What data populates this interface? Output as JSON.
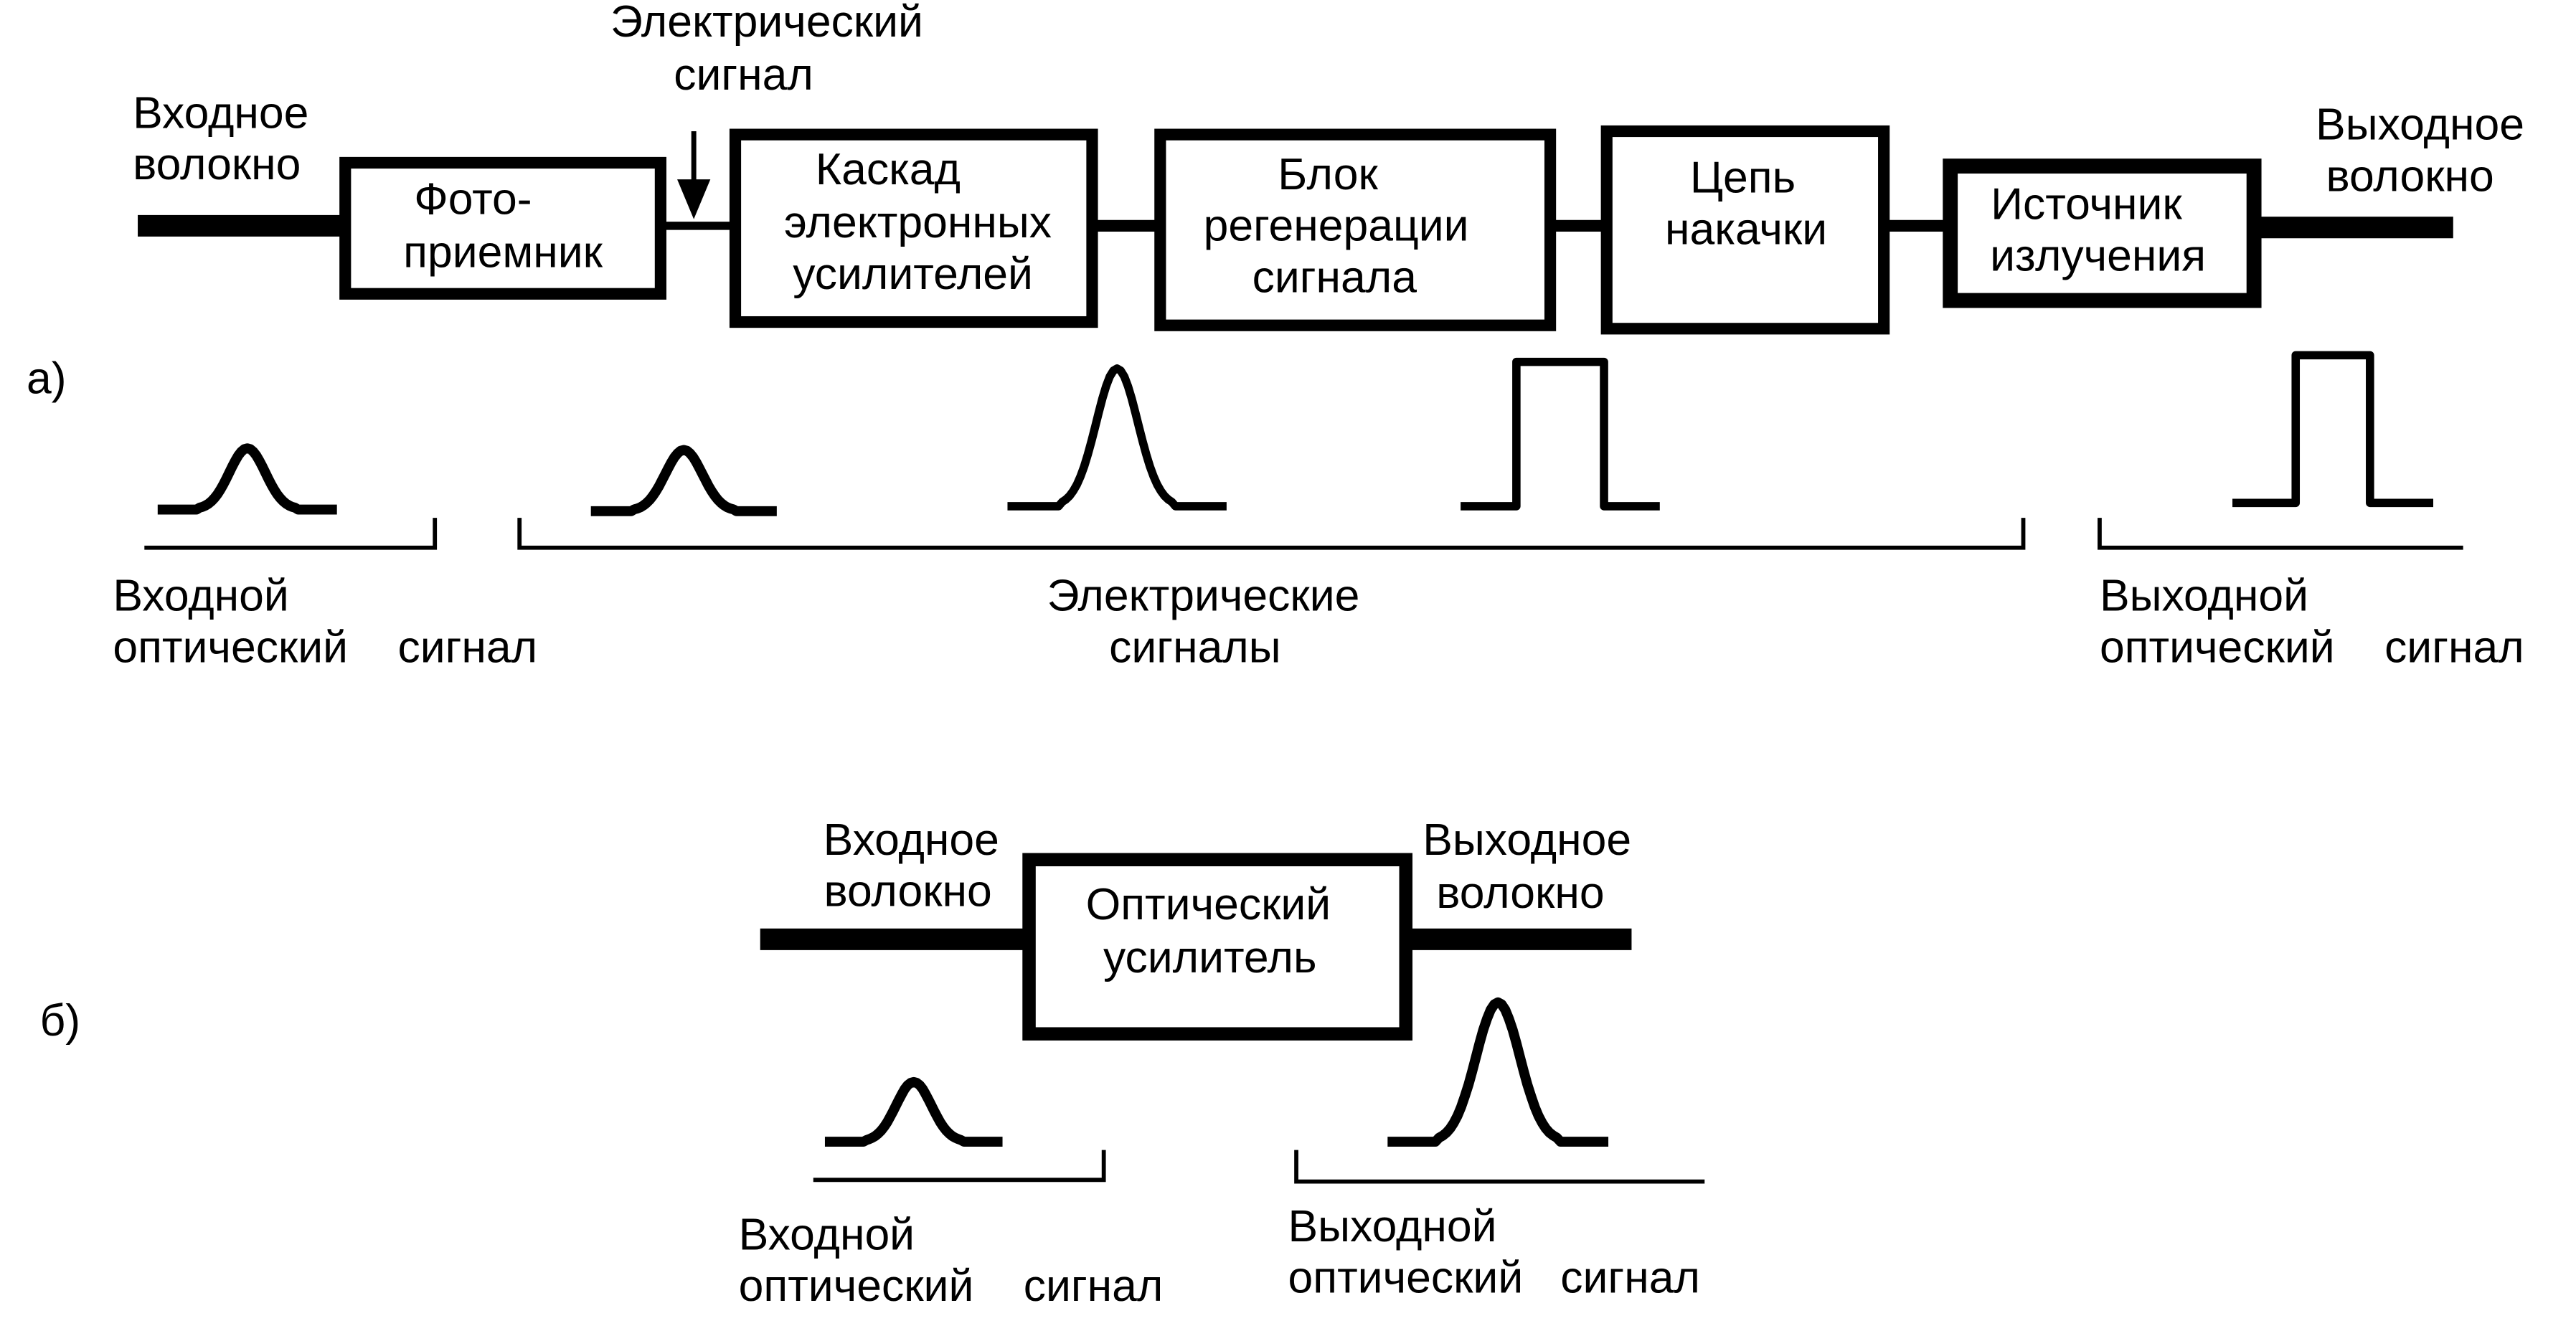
{
  "diagram_a": {
    "section_label": "а)",
    "input_fiber_label": [
      "Входное",
      "волокно"
    ],
    "electrical_signal_label": [
      "Электрический",
      "сигнал"
    ],
    "output_fiber_label": [
      "Выходное",
      "волокно"
    ],
    "blocks": [
      {
        "id": "photodetector",
        "lines": [
          "Фото-",
          "приемник"
        ]
      },
      {
        "id": "amplifier-cascade",
        "lines": [
          "Каскад",
          "электронных",
          "усилителей"
        ]
      },
      {
        "id": "regeneration-block",
        "lines": [
          "Блок",
          "регенерации",
          "сигнала"
        ]
      },
      {
        "id": "pump-circuit",
        "lines": [
          "Цепь",
          "накачки"
        ]
      },
      {
        "id": "light-source",
        "lines": [
          "Источник",
          "излучения"
        ]
      }
    ],
    "signal_groups": [
      {
        "id": "input-optical",
        "lines": [
          "Входной",
          "оптический    сигнал"
        ]
      },
      {
        "id": "electrical",
        "lines": [
          "Электрические",
          "сигналы"
        ]
      },
      {
        "id": "output-optical",
        "lines": [
          "Выходной",
          "оптический    сигнал"
        ]
      }
    ],
    "pulses": [
      {
        "group": "input-optical",
        "shape": "gaussian",
        "relative_amplitude": 0.45
      },
      {
        "group": "electrical",
        "shape": "gaussian",
        "relative_amplitude": 0.45
      },
      {
        "group": "electrical",
        "shape": "gaussian",
        "relative_amplitude": 1.0
      },
      {
        "group": "electrical",
        "shape": "rectangular",
        "relative_amplitude": 1.0
      },
      {
        "group": "output-optical",
        "shape": "rectangular",
        "relative_amplitude": 1.0
      }
    ]
  },
  "diagram_b": {
    "section_label": "б)",
    "input_fiber_label": [
      "Входное",
      "волокно"
    ],
    "output_fiber_label": [
      "Выходное",
      "волокно"
    ],
    "block": {
      "id": "optical-amplifier",
      "lines": [
        "Оптический",
        "усилитель"
      ]
    },
    "signal_groups": [
      {
        "id": "input-optical",
        "lines": [
          "Входной",
          "оптический    сигнал"
        ]
      },
      {
        "id": "output-optical",
        "lines": [
          "Выходной",
          "оптический   сигнал"
        ]
      }
    ],
    "pulses": [
      {
        "group": "input-optical",
        "shape": "gaussian",
        "relative_amplitude": 0.45
      },
      {
        "group": "output-optical",
        "shape": "gaussian",
        "relative_amplitude": 1.0
      }
    ]
  }
}
